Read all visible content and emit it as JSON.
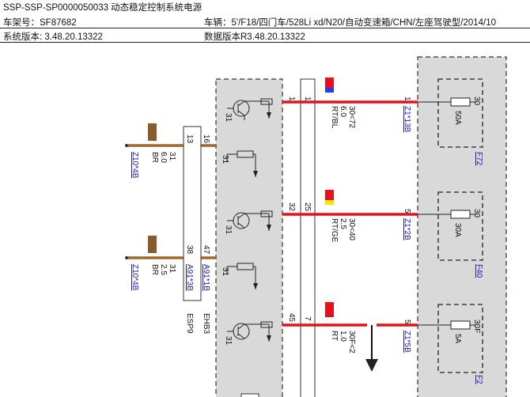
{
  "header": {
    "title": "SSP-SSP-SP0000050033 动态稳定控制系统电源",
    "vin": "车架号：SF87682",
    "vehicle": "车辆：5'/F18/四门车/528Li xd/N20/自动变速箱/CHN/左座驾驶型/2014/10",
    "sys_version": "系统版本: 3.48.20.13322",
    "data_version": "数据版本R3.48.20.13322"
  },
  "connectors": {
    "ehb3": "EHB3",
    "esp9": "ESP9",
    "a91_1b": "A91*1B",
    "a91_3b": "A91*3B",
    "z10_4b_top": "Z10*4B",
    "z10_4b_bottom": "Z10*4B",
    "z1_13b": "Z1*13B",
    "z1_2b": "Z1*2B",
    "z1_5b": "Z1*5B"
  },
  "fuses": {
    "f72": {
      "label": "F72",
      "rating": "50A",
      "pin": "30"
    },
    "f40": {
      "label": "F40",
      "rating": "30A",
      "pin": "30"
    },
    "f2": {
      "label": "F2",
      "rating": "5A",
      "pin": "30F"
    }
  },
  "wires": {
    "w1": {
      "pin_module": "1",
      "pin_conn": "1",
      "pin_fuse": "1",
      "circuit": "30<72",
      "size": "6.0",
      "color": "RT/BL"
    },
    "w2": {
      "pin_module": "32",
      "pin_conn": "25",
      "pin_fuse": "5",
      "circuit": "30<40",
      "size": "2.5",
      "color": "RT/GE"
    },
    "w3": {
      "pin_module": "45",
      "pin_conn": "7",
      "pin_fuse": "5",
      "circuit": "30F<2",
      "size": "1.0",
      "color": "RT"
    },
    "g1": {
      "pin_module": "16",
      "pin_conn": "13",
      "circuit": "31",
      "size": "6.0",
      "color": "BR"
    },
    "g2": {
      "pin_module": "47",
      "pin_conn": "38",
      "circuit": "31",
      "size": "2.5",
      "color": "BR"
    }
  },
  "module": {
    "ground_label_1": "31",
    "ground_label_2": "31",
    "ground_label_3": "31",
    "ground_label_4": "31",
    "ground_label_5": "31"
  }
}
